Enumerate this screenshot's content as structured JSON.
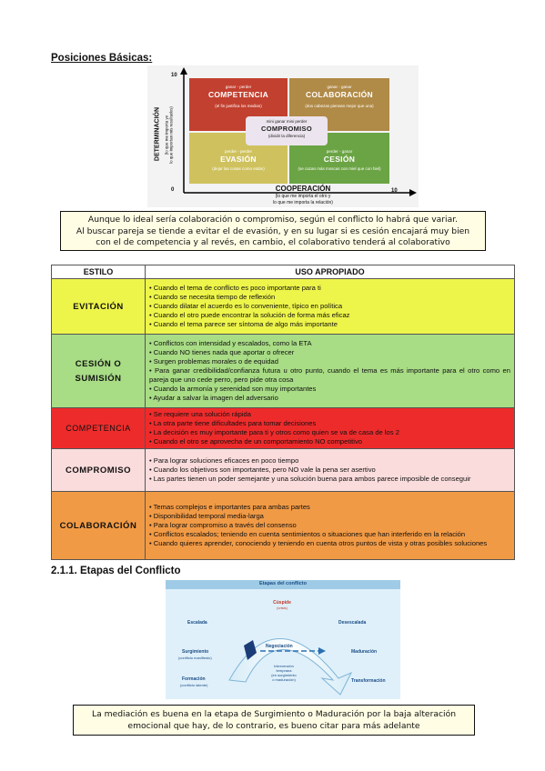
{
  "heading1": "Posiciones Básicas:",
  "matrix": {
    "yaxis_title": "DETERMINACIÓN",
    "yaxis_sub1": "(lo que me importa yo",
    "yaxis_sub2": "lo que importan mis resultados)",
    "xaxis_title": "COOPERACIÓN",
    "xaxis_sub1": "(lo que me importa el otro y",
    "xaxis_sub2": "lo que me importa la relación)",
    "y_max": "10",
    "x_max": "10",
    "origin": "0",
    "competencia": {
      "small": "ganar - perder",
      "title": "COMPETENCIA",
      "desc": "(el fin justifica los medios)"
    },
    "colaboracion": {
      "small": "ganar - ganar",
      "title": "COLABORACIÓN",
      "desc": "(dos cabezas piensan mejor que una)"
    },
    "compromiso": {
      "small": "mini ganar mini perder",
      "title": "COMPROMISO",
      "desc": "(dividir la diferencia)"
    },
    "evasion": {
      "small": "perder - perder",
      "title": "EVASIÓN",
      "desc": "(dejar las cosas como están)"
    },
    "cesion": {
      "small": "perder - ganar",
      "title": "CESIÓN",
      "desc": "(se cazan más moscas con miel que con hiel)"
    }
  },
  "note1": {
    "line1": "Aunque lo ideal sería colaboración o compromiso, según el conflicto lo habrá que variar.",
    "line2": "Al buscar pareja se tiende a evitar el de evasión, y en su lugar si es cesión encajará muy bien",
    "line3": "con el de competencia y al revés, en cambio, el colaborativo tenderá al colaborativo"
  },
  "table": {
    "col1": "ESTILO",
    "col2": "USO APROPIADO",
    "rows": [
      {
        "style": "EVITACIÓN",
        "items": [
          "• Cuando el tema de conflicto es poco importante para ti",
          "• Cuando se necesita tiempo de reflexión",
          "• Cuando dilatar el acuerdo es lo conveniente, típico en política",
          "• Cuando el otro puede encontrar la solución de forma más eficaz",
          "• Cuando el tema parece ser síntoma de algo más importante"
        ]
      },
      {
        "style1": "CESIÓN O",
        "style2": "SUMISIÓN",
        "items": [
          "• Conflictos con intensidad y escalados, como la ETA",
          "• Cuando NO tienes nada que aportar o ofrecer",
          "• Surgen problemas morales o de equidad",
          "• Para ganar credibilidad/confianza futura u otro punto, cuando el tema es más importante para el otro como en pareja que uno cede perro, pero pide otra cosa",
          "• Cuando la armonía y serenidad son muy importantes",
          "• Ayudar a salvar la imagen del adversario"
        ]
      },
      {
        "style": "COMPETENCIA",
        "items": [
          "• Se requiere una solución rápida",
          "• La otra parte tiene dificultades para tomar decisiones",
          "• La decisión es muy importante para ti y otros como quien se va de casa de los 2",
          "• Cuando el otro se aprovecha de un comportamiento NO competitivo"
        ]
      },
      {
        "style": "COMPROMISO",
        "items": [
          "• Para lograr soluciones eficaces en poco tiempo",
          "• Cuando los objetivos son importantes, pero NO vale la pena ser asertivo",
          "• Las partes tienen un poder semejante y una solución buena para ambos parece imposible de conseguir"
        ]
      },
      {
        "style": "COLABORACIÓN",
        "items": [
          "• Temas complejos e importantes para ambas partes",
          "• Disponibilidad temporal media-larga",
          "• Para lograr compromiso a través del consenso",
          "• Conflictos escalados; teniendo en cuenta sentimientos o situaciones que han interferido en la relación",
          "• Cuando quieres aprender, conociendo y teniendo en cuenta otros puntos de vista y otras posibles soluciones"
        ]
      }
    ]
  },
  "heading2": "2.1.1. Etapas del Conflicto",
  "stages": {
    "title": "Etapas del conflicto",
    "cuspide": "Cúspide",
    "cuspide_sub": "(crisis)",
    "escalada": "Escalada",
    "desescalada": "Desescalada",
    "negociacion": "Negociación",
    "surgimiento": "Surgimiento",
    "surgimiento_sub": "(conflicto manifiesto)",
    "maduracion": "Maduración",
    "intervencion1": "Intervención",
    "intervencion2": "temprana",
    "intervencion3": "(en surgimiento",
    "intervencion4": "o maduración)",
    "formacion": "Formación",
    "formacion_sub": "(conflicto latente)",
    "transformacion": "Transformación"
  },
  "note2": {
    "line1": "La mediación es buena en la etapa de Surgimiento o Maduración por la baja alteración",
    "line2": "emocional que hay, de lo contrario, es bueno citar para más adelante"
  }
}
